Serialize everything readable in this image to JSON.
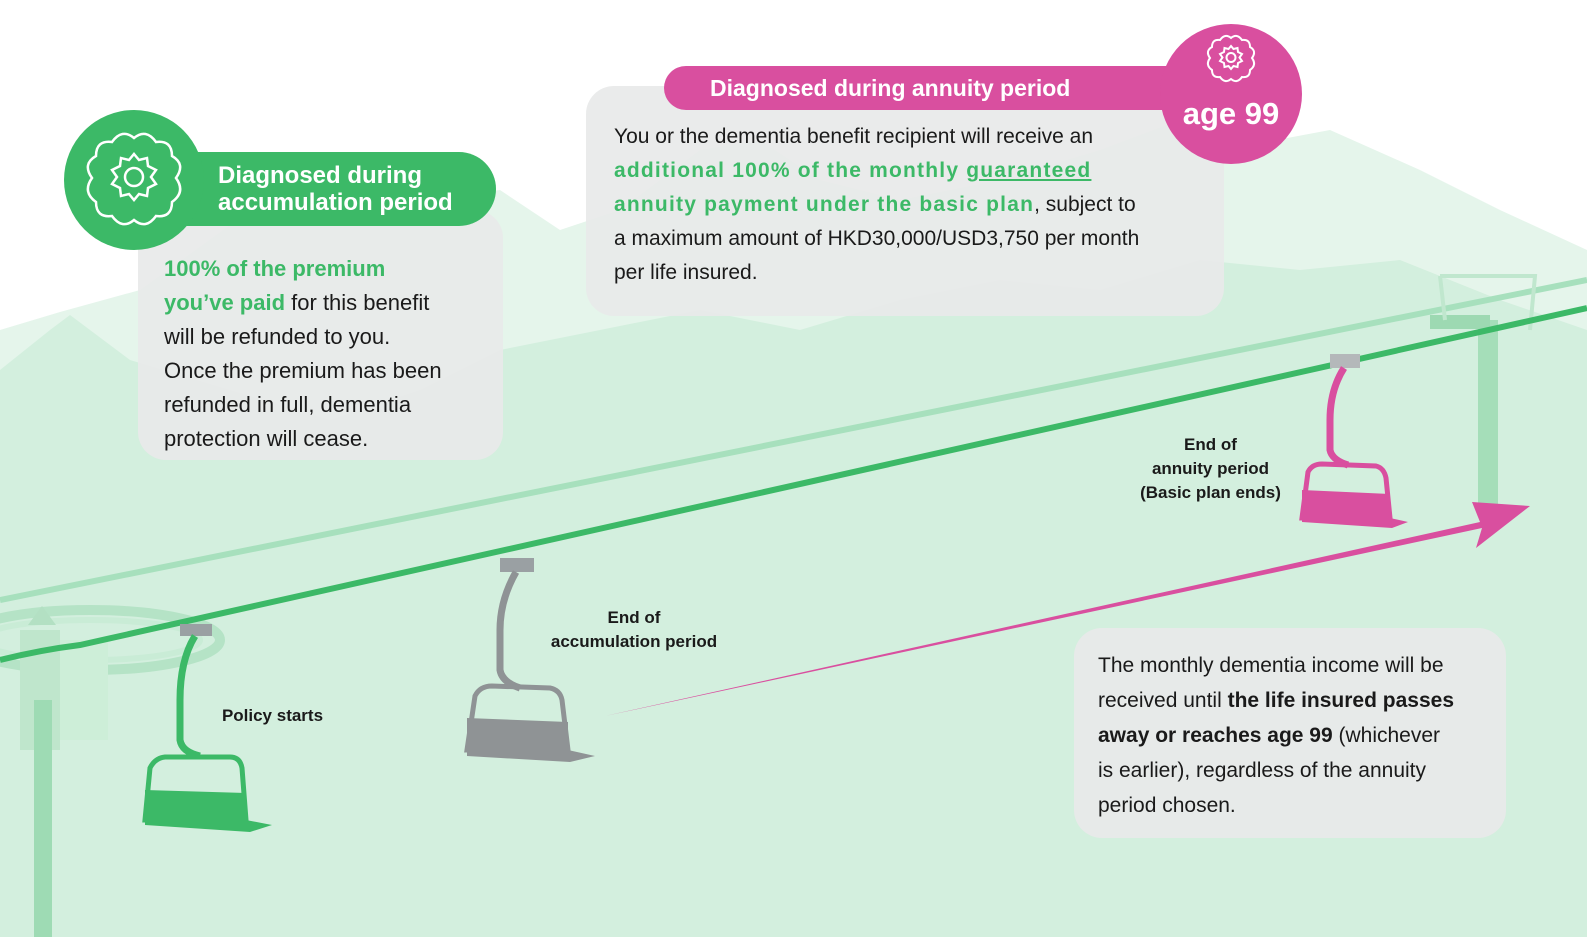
{
  "colors": {
    "green": "#3cb967",
    "pink": "#d94f9f",
    "grey": "#8f9395",
    "mountain": "#d5f0e0",
    "mountain_light": "#e6f6ec"
  },
  "accumulation_badge": {
    "icon": "brain-flower-icon",
    "title_line1": "Diagnosed during",
    "title_line2": "accumulation period"
  },
  "accumulation_text": {
    "highlight_line1": "100% of the premium",
    "highlight_line2": "you’ve paid",
    "rest_line2": " for this benefit",
    "line3": "will be refunded to you.",
    "line4": "Once the premium has been",
    "line5": "refunded in full, dementia",
    "line6": "protection will cease."
  },
  "annuity_badge": {
    "title": "Diagnosed during annuity period",
    "icon": "brain-flower-icon",
    "age_label": "age 99"
  },
  "annuity_text": {
    "line1": "You or the dementia benefit recipient will receive an",
    "highlight_a": "additional 100% of the monthly ",
    "highlight_underlined": "guaranteed",
    "highlight_b": "annuity payment under the basic plan",
    "rest_b": ", subject to",
    "line3": "a maximum amount of HKD30,000/USD3,750 per month",
    "line4": "per life insured."
  },
  "milestones": {
    "policy_start": "Policy starts",
    "end_accumulation_line1": "End of",
    "end_accumulation_line2": "accumulation period",
    "end_annuity_line1": "End of",
    "end_annuity_line2": "annuity period",
    "end_annuity_line3": "(Basic plan ends)"
  },
  "income_text": {
    "line1": "The monthly dementia income will be",
    "line2_a": "received until ",
    "line2_b": "the life insured passes",
    "line3_a": "away or reaches age 99",
    "line3_b": " (whichever",
    "line4": "is earlier), regardless of the annuity",
    "line5": "period chosen."
  }
}
